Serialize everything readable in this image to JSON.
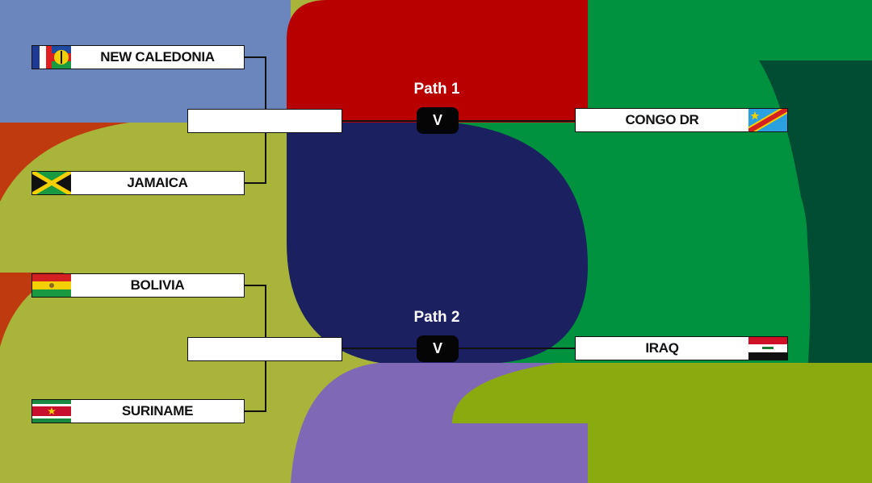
{
  "colors": {
    "blue": "#6a86bd",
    "red": "#b80000",
    "green": "#00923e",
    "dark_green": "#004d33",
    "navy": "#1a2060",
    "olive": "#a8b43a",
    "orange": "#c03a10",
    "purple": "#7f68b6",
    "lime": "#8aaa10"
  },
  "path1": {
    "label": "Path 1",
    "vs": "V",
    "semi1": [
      {
        "name": "NEW CALEDONIA",
        "flag": "new-caledonia-flag"
      },
      {
        "name": "JAMAICA",
        "flag": "jamaica-flag"
      }
    ],
    "opponent": {
      "name": "CONGO DR",
      "flag": "dr-congo-flag"
    }
  },
  "path2": {
    "label": "Path 2",
    "vs": "V",
    "semi2": [
      {
        "name": "BOLIVIA",
        "flag": "bolivia-flag"
      },
      {
        "name": "SURINAME",
        "flag": "suriname-flag"
      }
    ],
    "opponent": {
      "name": "IRAQ",
      "flag": "iraq-flag"
    }
  }
}
